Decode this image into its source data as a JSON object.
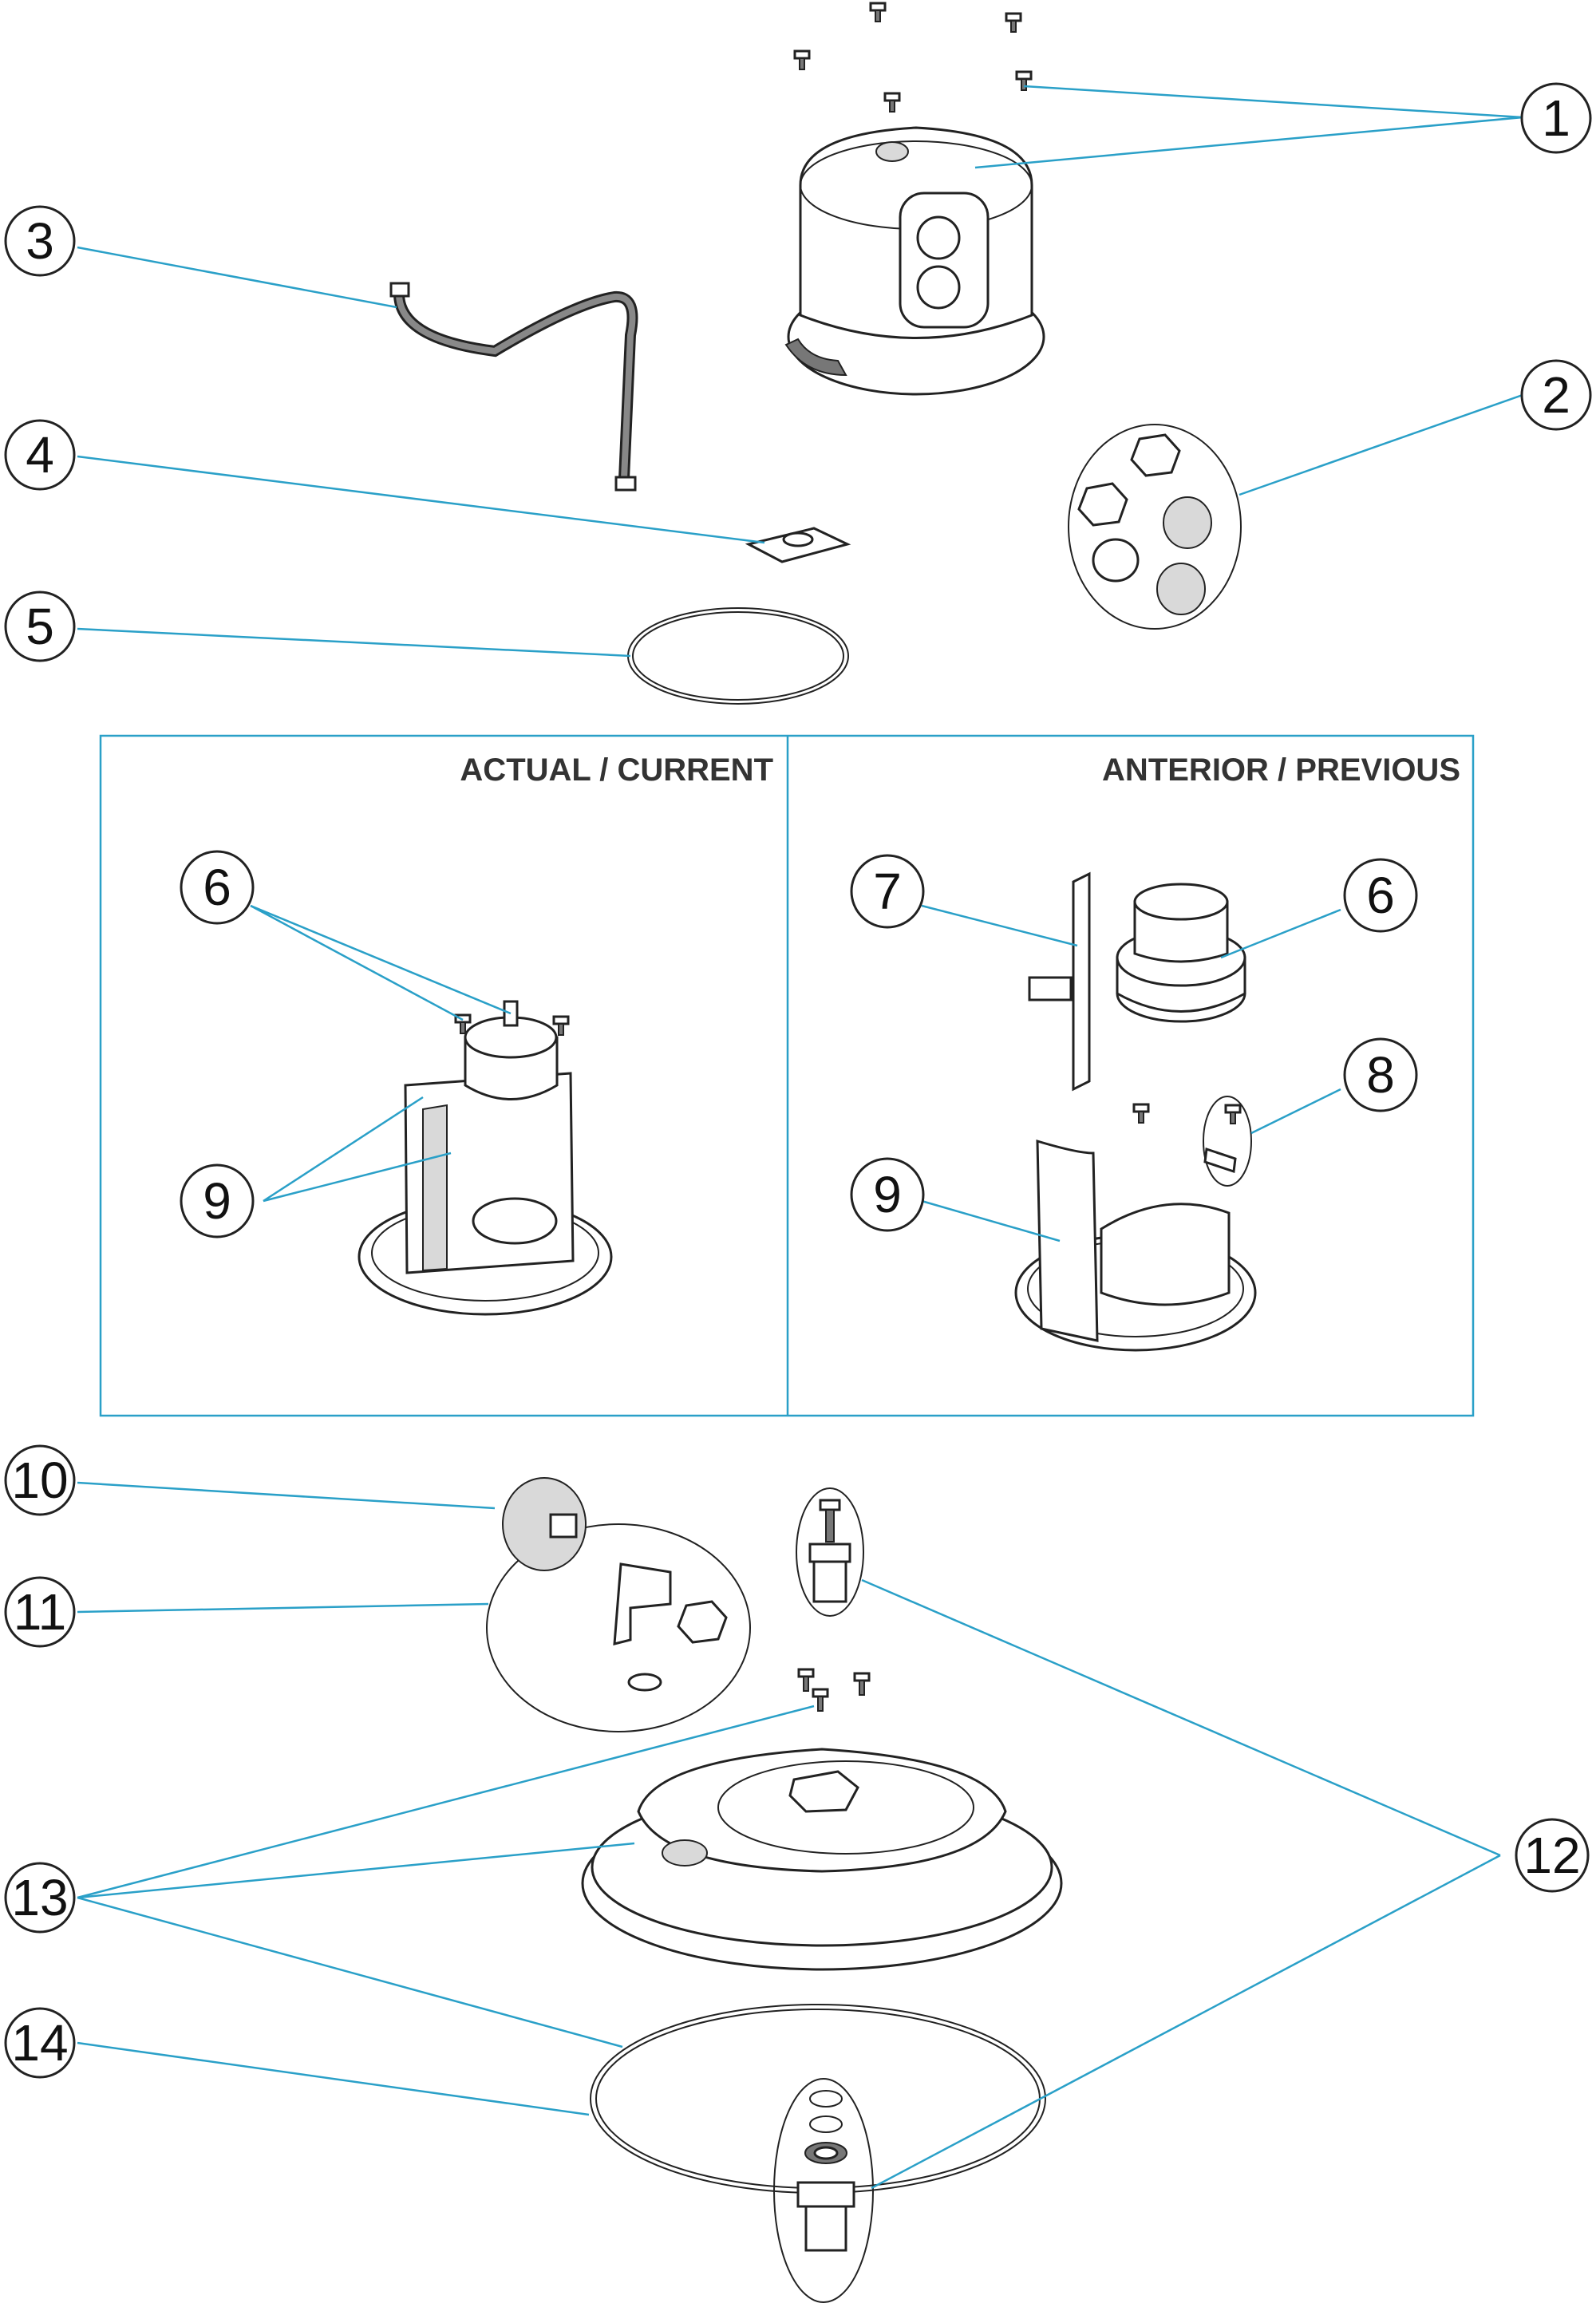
{
  "diagram": {
    "callouts": [
      {
        "id": "c1",
        "label": "1"
      },
      {
        "id": "c2",
        "label": "2"
      },
      {
        "id": "c3",
        "label": "3"
      },
      {
        "id": "c4",
        "label": "4"
      },
      {
        "id": "c5",
        "label": "5"
      },
      {
        "id": "c6a",
        "label": "6"
      },
      {
        "id": "c9a",
        "label": "9"
      },
      {
        "id": "c7",
        "label": "7"
      },
      {
        "id": "c6b",
        "label": "6"
      },
      {
        "id": "c8",
        "label": "8"
      },
      {
        "id": "c9b",
        "label": "9"
      },
      {
        "id": "c10",
        "label": "10"
      },
      {
        "id": "c11",
        "label": "11"
      },
      {
        "id": "c12",
        "label": "12"
      },
      {
        "id": "c13",
        "label": "13"
      },
      {
        "id": "c14",
        "label": "14"
      }
    ],
    "panels": {
      "current_title": "ACTUAL / CURRENT",
      "previous_title": "ANTERIOR / PREVIOUS"
    },
    "colors": {
      "leader": "#2aa0c8",
      "panel_border": "#2aa0c8",
      "outline": "#222222"
    }
  }
}
